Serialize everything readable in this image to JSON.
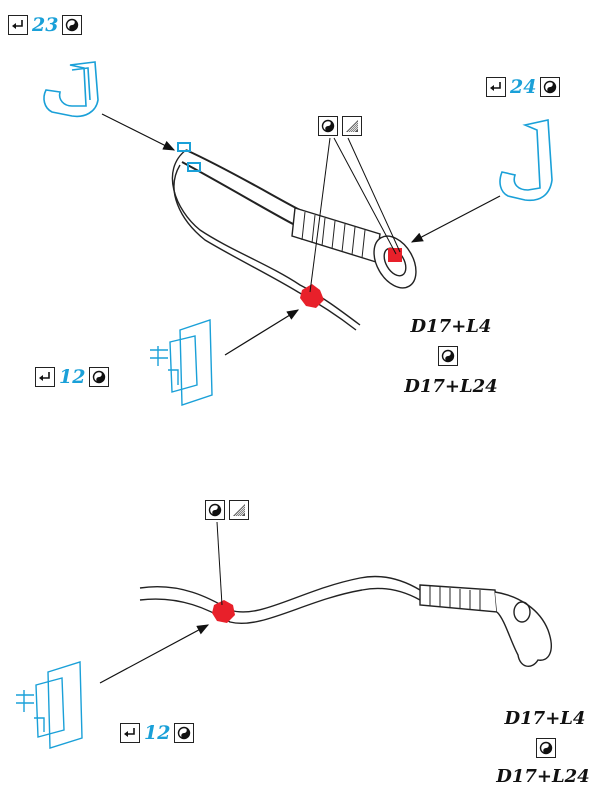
{
  "callouts": {
    "top_left": {
      "number": "23"
    },
    "top_right": {
      "number": "24"
    },
    "mid_left": {
      "number": "12"
    },
    "bottom_left": {
      "number": "12"
    }
  },
  "references": {
    "upper": {
      "line1": "D17+L4",
      "line2": "D17+L24"
    },
    "lower": {
      "line1": "D17+L4",
      "line2": "D17+L24"
    }
  },
  "colors": {
    "accent": "#1aa0d8",
    "highlight": "#e8202a",
    "line": "#222222"
  },
  "icons": [
    "remove-icon",
    "ground-icon",
    "grease-icon"
  ]
}
